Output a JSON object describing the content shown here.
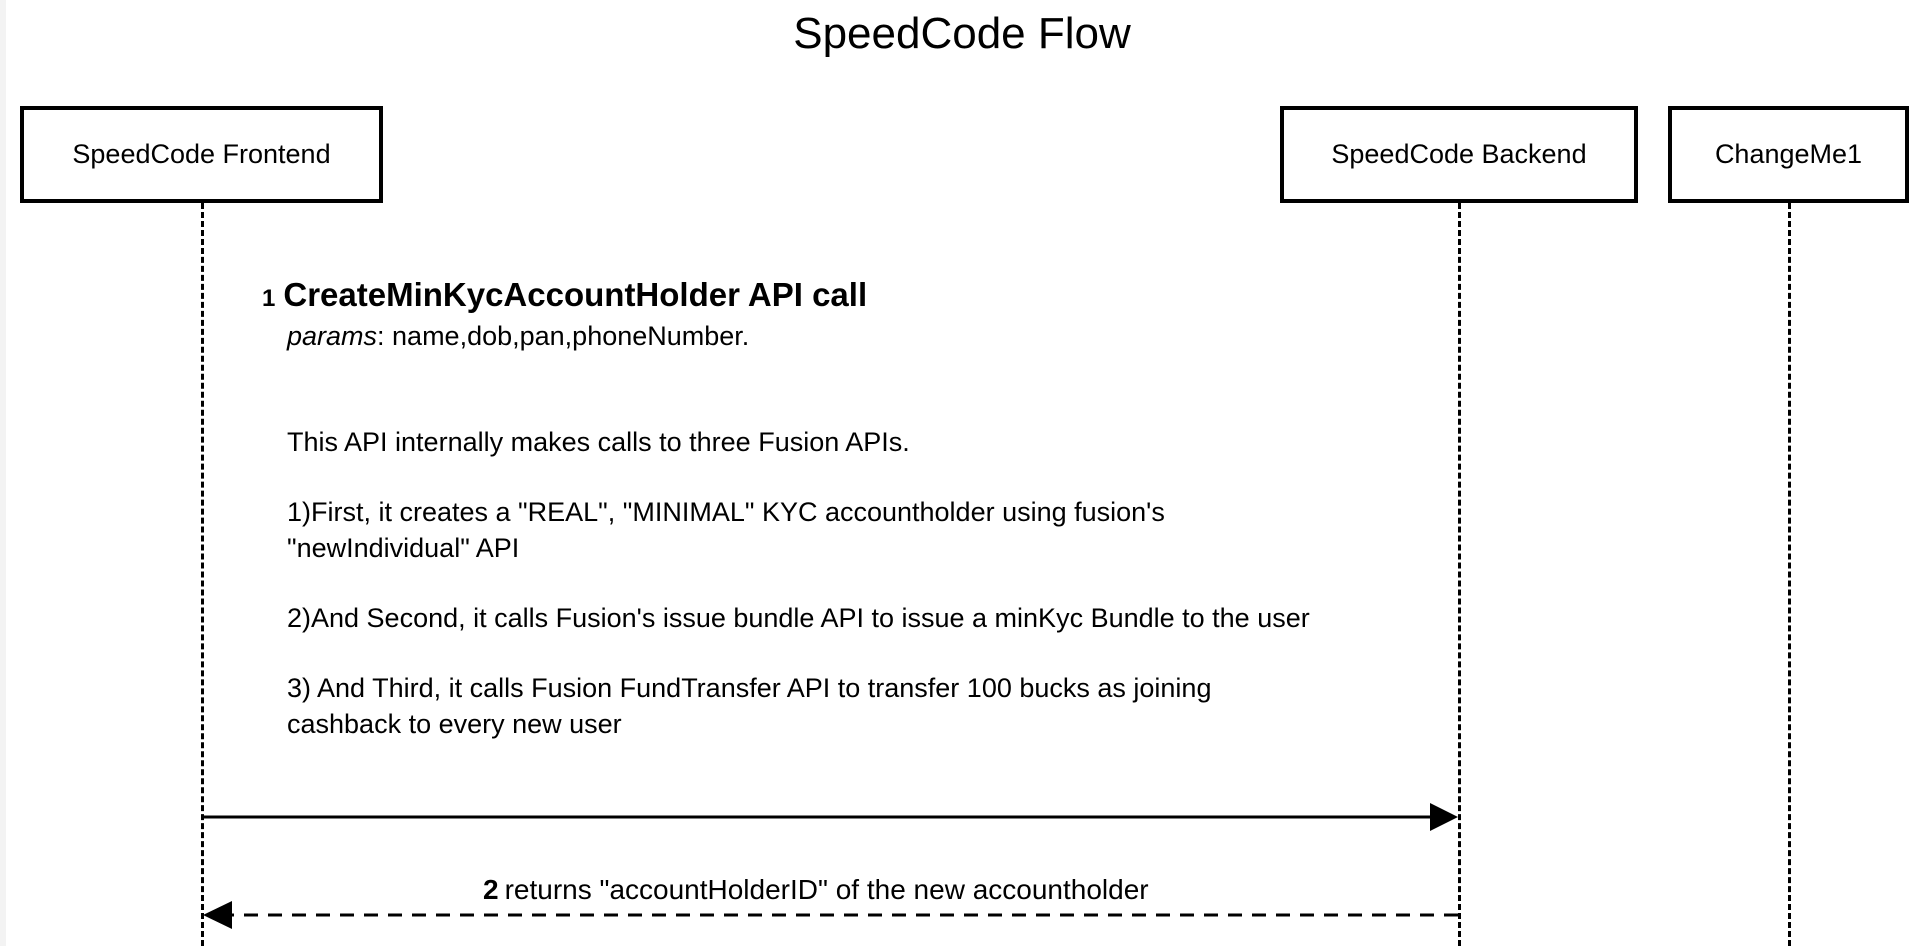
{
  "diagram": {
    "title": "SpeedCode Flow",
    "participants": [
      {
        "name": "SpeedCode Frontend"
      },
      {
        "name": "SpeedCode Backend"
      },
      {
        "name": "ChangeMe1"
      }
    ],
    "messages": [
      {
        "number": "1",
        "title": "CreateMinKycAccountHolder API call",
        "params_label": "params",
        "params_value": ": name,dob,pan,phoneNumber.",
        "description": [
          "This API internally makes calls to three Fusion APIs.",
          "1)First, it creates a \"REAL\", \"MINIMAL\" KYC accountholder using fusion's",
          "\"newIndividual\" API",
          "2)And Second, it calls Fusion's issue bundle API to issue a minKyc Bundle to the user",
          "3) And Third, it calls Fusion FundTransfer API to transfer 100 bucks as joining",
          "cashback to every new user"
        ],
        "from": "SpeedCode Frontend",
        "to": "SpeedCode Backend",
        "style": "solid"
      },
      {
        "number": "2",
        "label": "returns \"accountHolderID\" of the new accountholder",
        "from": "SpeedCode Backend",
        "to": "SpeedCode Frontend",
        "style": "dashed"
      }
    ]
  }
}
